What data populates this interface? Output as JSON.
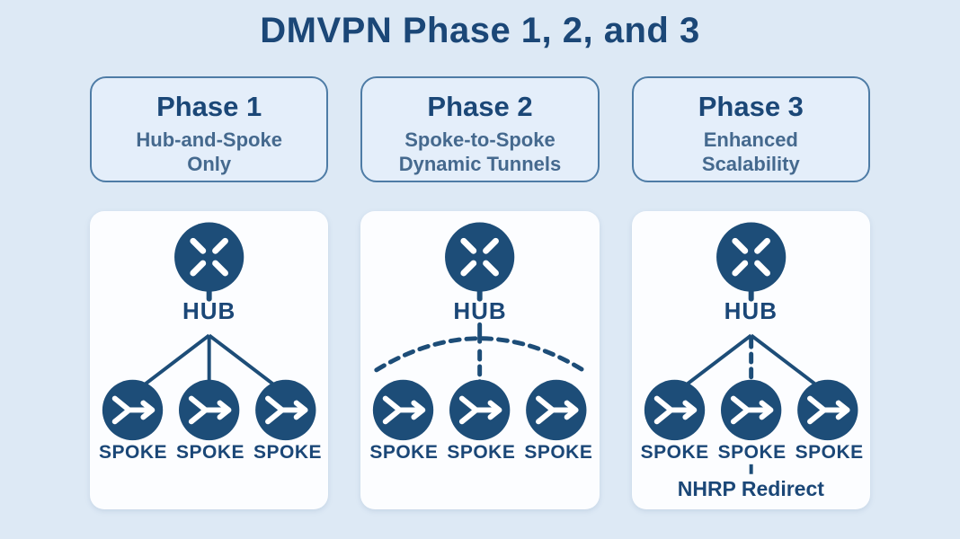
{
  "title": "DMVPN Phase 1, 2, and 3",
  "colors": {
    "background": "#dde9f5",
    "panel_background": "#fcfdff",
    "card_background": "#e4eefa",
    "card_border": "#4e7ca6",
    "navy_text": "#1b4777",
    "subtitle_text": "#45698e",
    "node_fill": "#1d4d78",
    "connector": "#1d4d78"
  },
  "icons": {
    "hub": "router-x-icon",
    "spoke": "arrow-merge-icon"
  },
  "phases": [
    {
      "heading": "Phase 1",
      "subtitle": "Hub-and-Spoke Only",
      "hub_label": "HUB",
      "spoke_labels": [
        "SPOKE",
        "SPOKE",
        "SPOKE"
      ],
      "topology": "hub-to-all-spokes-solid-lines",
      "annotation": ""
    },
    {
      "heading": "Phase 2",
      "subtitle": "Spoke-to-Spoke Dynamic Tunnels",
      "hub_label": "HUB",
      "spoke_labels": [
        "SPOKE",
        "SPOKE",
        "SPOKE"
      ],
      "topology": "dashed-spoke-to-spoke-arc-with-dashed-hub-link",
      "annotation": ""
    },
    {
      "heading": "Phase 3",
      "subtitle": "Enhanced Scalability",
      "hub_label": "HUB",
      "spoke_labels": [
        "SPOKE",
        "SPOKE",
        "SPOKE"
      ],
      "topology": "solid-outer-links-dashed-middle-link",
      "annotation": "NHRP Redirect"
    }
  ]
}
